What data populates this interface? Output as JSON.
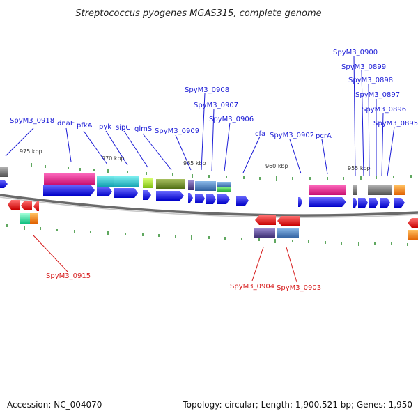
{
  "title": "Streptococcus pyogenes MGAS315, complete genome",
  "footer": {
    "accession": "Accession: NC_004070",
    "summary": "Topology: circular; Length: 1,900,521 bp; Genes: 1,950"
  },
  "scale_labels": [
    "975 kbp",
    "970 kbp",
    "965 kbp",
    "960 kbp",
    "955 kbp"
  ],
  "genes_forward": [
    "SpyM3_0918",
    "dnaE",
    "pfkA",
    "pyk",
    "sipC",
    "glmS",
    "SpyM3_0909",
    "SpyM3_0908",
    "SpyM3_0907",
    "SpyM3_0906",
    "cfa",
    "SpyM3_0902",
    "pcrA",
    "SpyM3_0900",
    "SpyM3_0899",
    "SpyM3_0898",
    "SpyM3_0897",
    "SpyM3_0896",
    "SpyM3_0895"
  ],
  "genes_reverse": [
    "SpyM3_0915",
    "SpyM3_0904",
    "SpyM3_0903"
  ],
  "colors": {
    "forward_arrow": "#1010e6",
    "reverse_arrow": "#e01010",
    "forward_label": "#1a1ad6",
    "reverse_label": "#d61a1a",
    "backbone": "#7a7a7a",
    "tick": "#2a8a2a",
    "magenta": "#e0208a",
    "cyan": "#20c0c8",
    "lime": "#a0e020",
    "olive": "#6a8a20",
    "steelblue": "#4a80c0",
    "green": "#30c040",
    "gray": "#707070",
    "orange": "#f08010",
    "purple": "#5a4a90",
    "mint": "#30e0a0"
  }
}
